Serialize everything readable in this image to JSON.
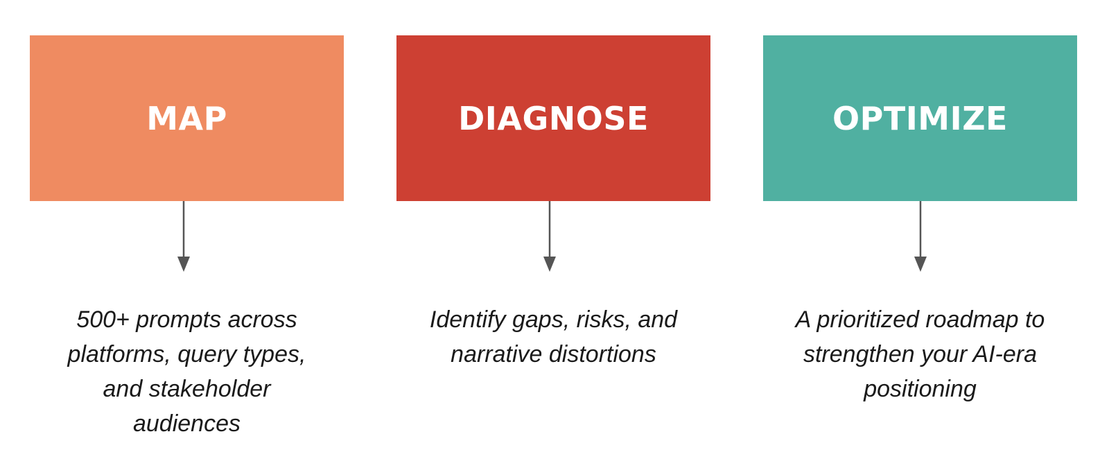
{
  "colors": {
    "map": "#EF8B61",
    "diagnose": "#CD4033",
    "optimize": "#50B0A1",
    "arrow": "#555555"
  },
  "steps": [
    {
      "title": "MAP",
      "description": "500+ prompts across platforms, query types, and stakeholder audiences"
    },
    {
      "title": "DIAGNOSE",
      "description": "Identify gaps, risks, and narrative distortions"
    },
    {
      "title": "OPTIMIZE",
      "description": "A prioritized roadmap to strengthen your AI-era positioning"
    }
  ]
}
